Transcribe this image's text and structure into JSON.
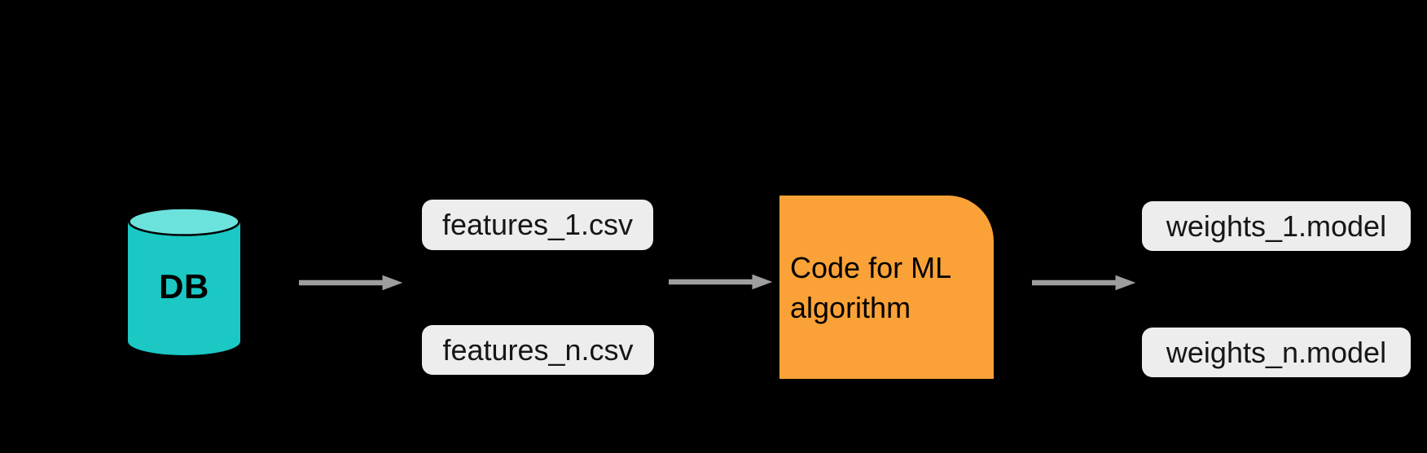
{
  "diagram": {
    "db": {
      "label": "DB"
    },
    "feature_files": [
      {
        "label": "features_1.csv"
      },
      {
        "label": "features_n.csv"
      }
    ],
    "process": {
      "label": "Code for ML algorithm"
    },
    "model_files": [
      {
        "label": "weights_1.model"
      },
      {
        "label": "weights_n.model"
      }
    ],
    "colors": {
      "background": "#000000",
      "cylinder-body": "#1BC8C3",
      "cylinder-top": "#6CE2DD",
      "db-text": "#000000",
      "file-box-bg": "#EDEDED",
      "file-box-text": "#161616",
      "process-bg": "#FAA137",
      "process-text": "#000000",
      "arrow": "#9E9E9E"
    }
  }
}
